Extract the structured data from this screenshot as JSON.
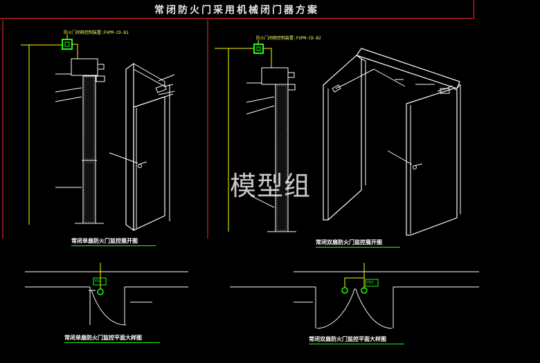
{
  "title": "常闭防火门采用机械闭门器方案",
  "watermark": "模型组",
  "labels": {
    "device_left": "防火门闭释控制装置:FXPM-CD-B1",
    "device_right": "防火门闭释控制装置:FXPM-CD-B2",
    "fdz_left": "FDZ",
    "fdz_right": "FDZ"
  },
  "captions": {
    "single_elevation": "常闭单扇防火门监控展开图",
    "double_elevation": "常闭双扇防火门监控展开图",
    "single_plan": "常闭单扇防火门监控平面大样图",
    "double_plan": "常闭双扇防火门监控平面大样图"
  },
  "colors": {
    "background": "#000000",
    "frame_red": "#ff2a2a",
    "line_white": "#ffffff",
    "wire_yellow": "#ffff00",
    "device_green": "#19ff19",
    "caption_underline": "#19ff19"
  }
}
